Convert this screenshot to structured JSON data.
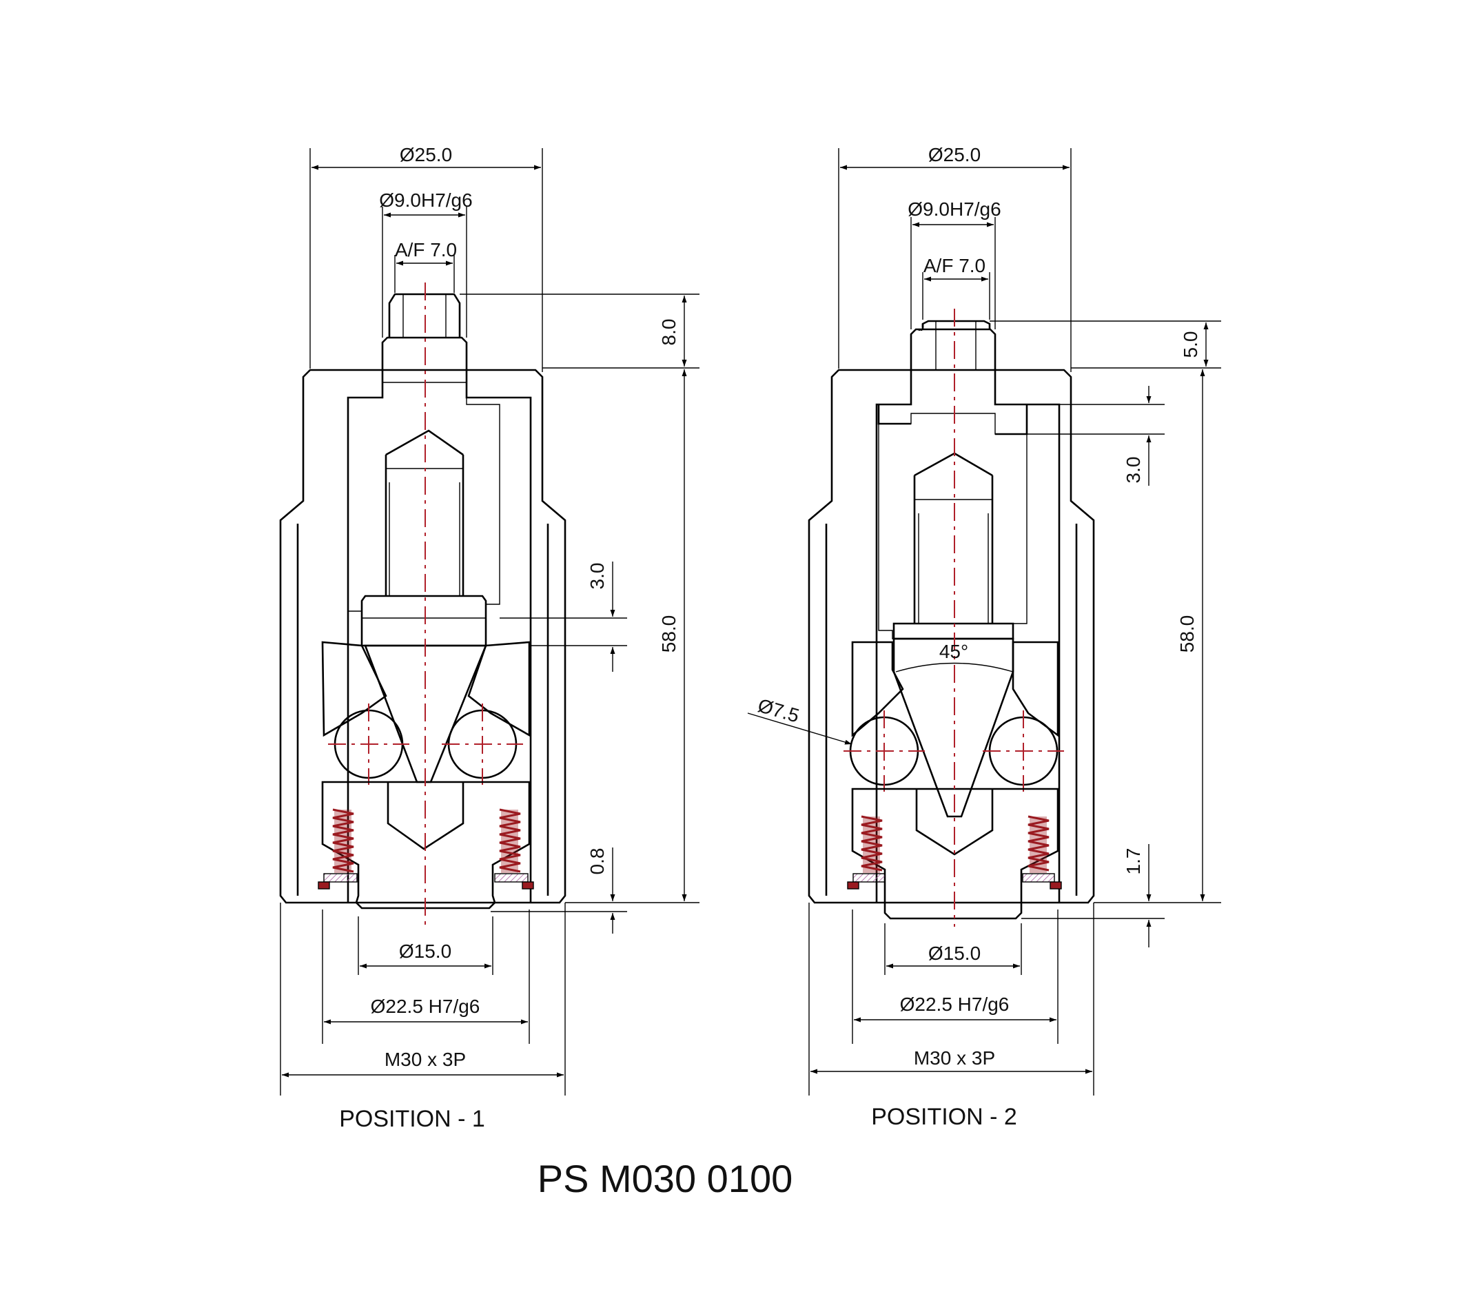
{
  "title": "PS M030 0100",
  "colors": {
    "body_hatch": "#c8682a",
    "sleeve_hatch": "#2f6f9a",
    "seat_hatch": "#8a2020",
    "base_hatch": "#2f6b3a",
    "spring": "#9a1a20",
    "centerline": "#b0202a",
    "washer": "#b070a8"
  },
  "icons": {
    "dimension_arrow": "arrowhead",
    "diameter_symbol": "Ø"
  },
  "views": [
    {
      "caption": "POSITION - 1",
      "dims": {
        "outer_dia": "Ø25.0",
        "fit_dia": "Ø9.0H7/g6",
        "across_flats": "A/F 7.0",
        "top_height": "8.0",
        "overall_height": "58.0",
        "gap": "3.0",
        "bottom_gap": "0.8",
        "tip_dia": "Ø15.0",
        "bore_dia": "Ø22.5 H7/g6",
        "thread": "M30 x 3P"
      }
    },
    {
      "caption": "POSITION - 2",
      "dims": {
        "outer_dia": "Ø25.0",
        "fit_dia": "Ø9.0H7/g6",
        "across_flats": "A/F 7.0",
        "top_height": "5.0",
        "overall_height": "58.0",
        "gap": "3.0",
        "bottom_gap": "1.7",
        "tip_dia": "Ø15.0",
        "bore_dia": "Ø22.5 H7/g6",
        "thread": "M30 x 3P",
        "ball_dia": "Ø7.5",
        "cone_angle": "45°"
      }
    }
  ]
}
